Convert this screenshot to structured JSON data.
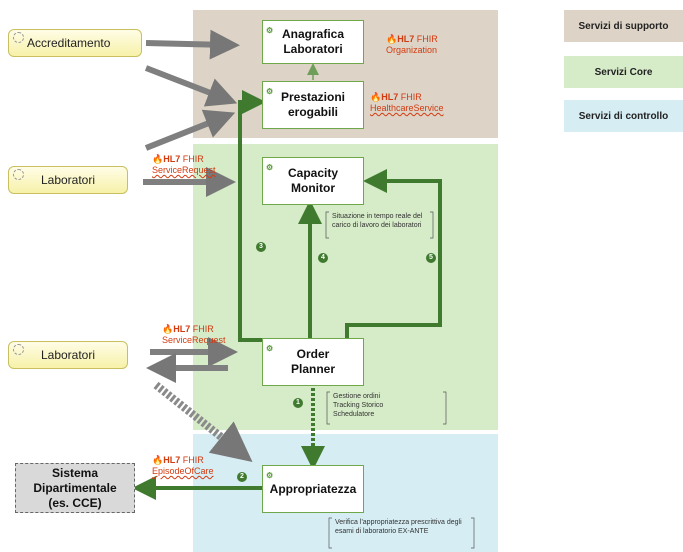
{
  "legend": {
    "support": {
      "label": "Servizi di supporto",
      "color": "#ddd4c7"
    },
    "core": {
      "label": "Servizi Core",
      "color": "#d6ebc8"
    },
    "control": {
      "label": "Servizi di controllo",
      "color": "#d6edf3"
    }
  },
  "external": {
    "accreditamento": "Accreditamento",
    "laboratori_1": "Laboratori",
    "laboratori_2": "Laboratori",
    "sistema": "Sistema Dipartimentale (es. CCE)"
  },
  "services": {
    "anagrafica": "Anagrafica Laboratori",
    "prestazioni": "Prestazioni erogabili",
    "capacity": "Capacity Monitor",
    "order": "Order Planner",
    "appropriatezza": "Appropriatezza"
  },
  "fhir": {
    "hl7": "HL7",
    "fhir": "FHIR",
    "organization": "Organization",
    "healthcare_service": "HealthcareService",
    "service_request_1": "ServiceRequest",
    "service_request_2": "ServiceRequest",
    "episode_of_care": "EpisodeOfCare"
  },
  "notes": {
    "capacity": "Situazione in tempo reale del carico di lavoro dei laboratori",
    "order": "Gestione ordini Tracking Storico Schedulatore",
    "appropriatezza": "Verifica l'appropriatezza prescrittiva degli esami di laboratorio EX-ANTE"
  },
  "steps": [
    "1",
    "2",
    "3",
    "4",
    "5"
  ]
}
